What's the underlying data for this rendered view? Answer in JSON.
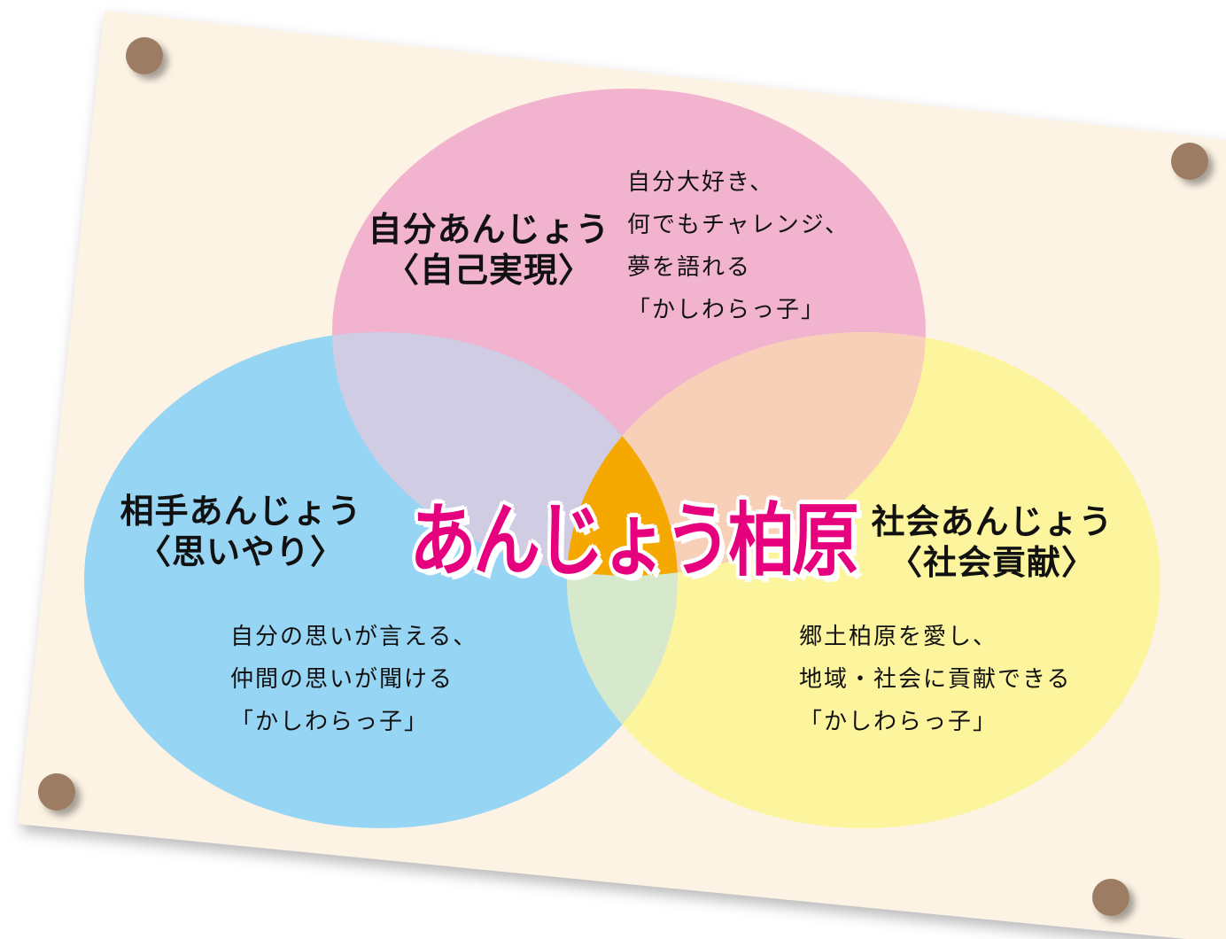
{
  "diagram": {
    "center": {
      "title": "あんじょう柏原"
    },
    "top": {
      "title_line1": "自分あんじょう",
      "title_line2": "〈自己実現〉",
      "desc_lines": [
        "自分大好き、",
        "何でもチャレンジ、",
        "夢を語れる",
        "「かしわらっ子」"
      ]
    },
    "left": {
      "title_line1": "相手あんじょう",
      "title_line2": "〈思いやり〉",
      "desc_lines": [
        "自分の思いが言える、",
        "仲間の思いが聞ける",
        "「かしわらっ子」"
      ]
    },
    "right": {
      "title_line1": "社会あんじょう",
      "title_line2": "〈社会貢献〉",
      "desc_lines": [
        "郷土柏原を愛し、",
        "地域・社会に貢献できる",
        "「かしわらっ子」"
      ]
    }
  },
  "colors": {
    "board": "#fdf3e4",
    "pin": "#9c7b62",
    "circle_top": "#f2b3cf",
    "circle_left": "#96d5f3",
    "circle_right": "#fdf59d",
    "overlap_top_left": "#cfcce4",
    "overlap_top_right": "#f8d0b8",
    "overlap_left_right": "#d6e9cc",
    "center_overlap": "#f5a800",
    "center_text": "#e6007e"
  }
}
